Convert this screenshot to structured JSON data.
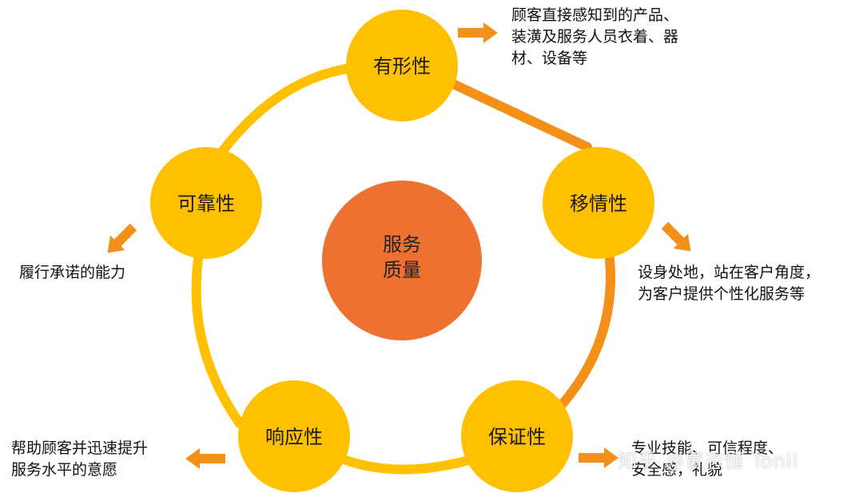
{
  "center": {
    "line1": "服务",
    "line2": "质量"
  },
  "nodes": {
    "tangible": {
      "label": "有形性",
      "desc": "顾客直接感知到的产品、\n装潢及服务人员衣着、器\n材、设备等"
    },
    "empathy": {
      "label": "移情性",
      "desc": "设身处地，站在客户角度，\n为客户提供个性化服务等"
    },
    "assurance": {
      "label": "保证性",
      "desc": "专业技能、可信程度、\n安全感，礼貌"
    },
    "responsiveness": {
      "label": "响应性",
      "desc": "帮助顾客并迅速提升\n服务水平的意愿"
    },
    "reliability": {
      "label": "可靠性",
      "desc": "履行承诺的能力"
    }
  },
  "watermark": "知乎 @冒志恒 Tonii",
  "colors": {
    "node_fill": "#FFC000",
    "ring": "#FFC000",
    "ring_gradient_end": "#F39019",
    "center_fill": "#ED7232",
    "arrow": "#F39019"
  }
}
